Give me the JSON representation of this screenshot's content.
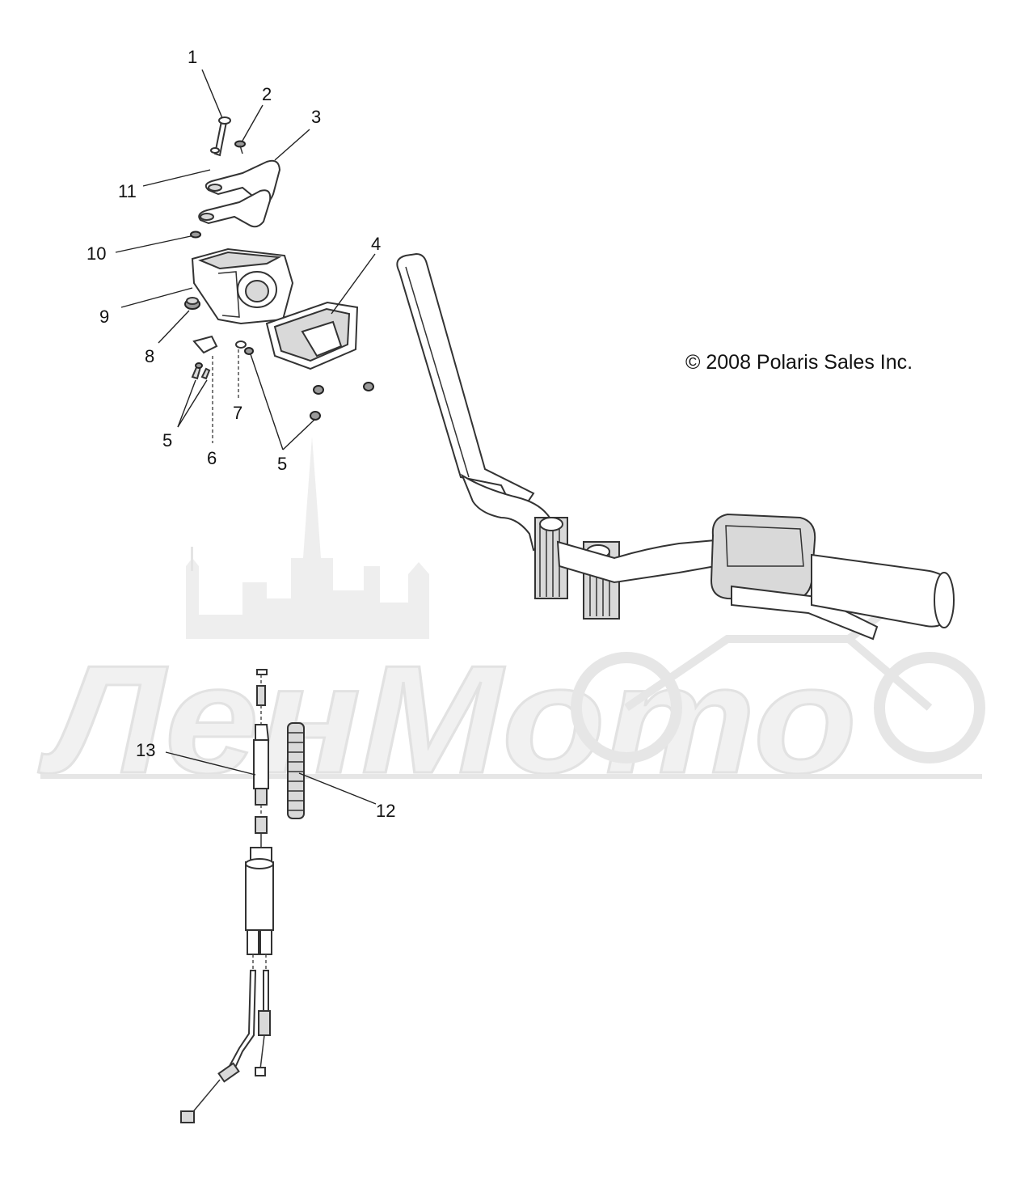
{
  "copyright": "© 2008 Polaris Sales Inc.",
  "watermark": {
    "text": "ЛенМото",
    "color": "#f1f1f1"
  },
  "callouts": [
    "1",
    "2",
    "3",
    "4",
    "5",
    "5",
    "5",
    "6",
    "7",
    "8",
    "9",
    "10",
    "11",
    "12",
    "13"
  ]
}
